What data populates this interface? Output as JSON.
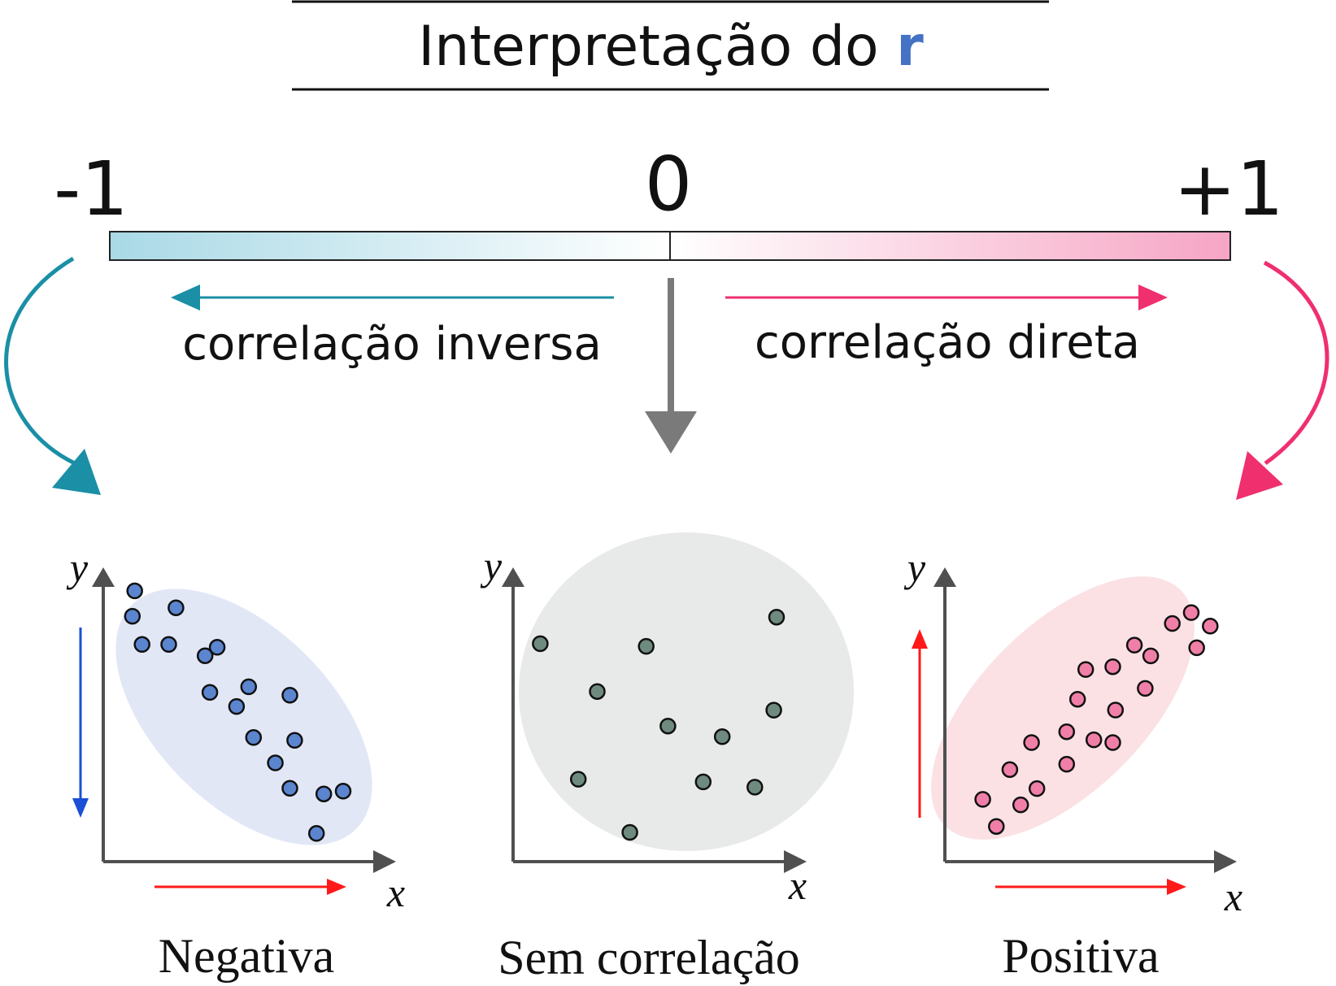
{
  "title": {
    "text": "Interpretação do ",
    "symbol": "r",
    "symbol_color": "#4472c4"
  },
  "scale": {
    "left_value": "-1",
    "center_value": "0",
    "right_value": "+1",
    "negative_color": "#a9d9e6",
    "positive_color": "#f6a5c4"
  },
  "directions": {
    "inverse_label": "correlação inversa",
    "inverse_color": "#1a8fa6",
    "direct_label": "correlação direta",
    "direct_color": "#ef2f6e",
    "neutral_color": "#7a7a7a"
  },
  "panels": [
    {
      "id": "negative",
      "caption": "Negativa",
      "y_label": "y",
      "x_label": "x",
      "point_color": "#5b85cf",
      "region_color": "#e2e7f6",
      "x_trend_color": "#ff1a1a",
      "y_trend_color": "#1a4fd6",
      "y_trend": "down",
      "points": [
        [
          0.13,
          0.96
        ],
        [
          0.12,
          0.87
        ],
        [
          0.3,
          0.9
        ],
        [
          0.16,
          0.77
        ],
        [
          0.27,
          0.77
        ],
        [
          0.42,
          0.73
        ],
        [
          0.47,
          0.76
        ],
        [
          0.44,
          0.6
        ],
        [
          0.6,
          0.62
        ],
        [
          0.55,
          0.55
        ],
        [
          0.77,
          0.59
        ],
        [
          0.62,
          0.44
        ],
        [
          0.79,
          0.43
        ],
        [
          0.71,
          0.35
        ],
        [
          0.77,
          0.26
        ],
        [
          0.91,
          0.24
        ],
        [
          0.99,
          0.25
        ],
        [
          0.88,
          0.1
        ]
      ]
    },
    {
      "id": "none",
      "caption": "Sem correlação",
      "y_label": "y",
      "x_label": "x",
      "point_color": "#6f8a7e",
      "region_color": "#e7eae9",
      "points": [
        [
          0.1,
          0.82
        ],
        [
          0.49,
          0.81
        ],
        [
          0.97,
          0.92
        ],
        [
          0.31,
          0.64
        ],
        [
          0.96,
          0.57
        ],
        [
          0.57,
          0.51
        ],
        [
          0.77,
          0.47
        ],
        [
          0.24,
          0.31
        ],
        [
          0.7,
          0.3
        ],
        [
          0.89,
          0.28
        ],
        [
          0.43,
          0.11
        ]
      ]
    },
    {
      "id": "positive",
      "caption": "Positiva",
      "y_label": "y",
      "x_label": "x",
      "point_color": "#f07fa8",
      "region_color": "#fbe1e4",
      "x_trend_color": "#ff1a1a",
      "y_trend_color": "#ff1a1a",
      "y_trend": "up",
      "points": [
        [
          0.14,
          0.23
        ],
        [
          0.19,
          0.13
        ],
        [
          0.28,
          0.21
        ],
        [
          0.24,
          0.34
        ],
        [
          0.34,
          0.27
        ],
        [
          0.32,
          0.44
        ],
        [
          0.45,
          0.36
        ],
        [
          0.45,
          0.48
        ],
        [
          0.55,
          0.45
        ],
        [
          0.62,
          0.44
        ],
        [
          0.49,
          0.6
        ],
        [
          0.52,
          0.71
        ],
        [
          0.62,
          0.72
        ],
        [
          0.63,
          0.56
        ],
        [
          0.74,
          0.64
        ],
        [
          0.7,
          0.8
        ],
        [
          0.76,
          0.76
        ],
        [
          0.84,
          0.88
        ],
        [
          0.91,
          0.92
        ],
        [
          0.93,
          0.79
        ],
        [
          0.98,
          0.87
        ]
      ]
    }
  ]
}
